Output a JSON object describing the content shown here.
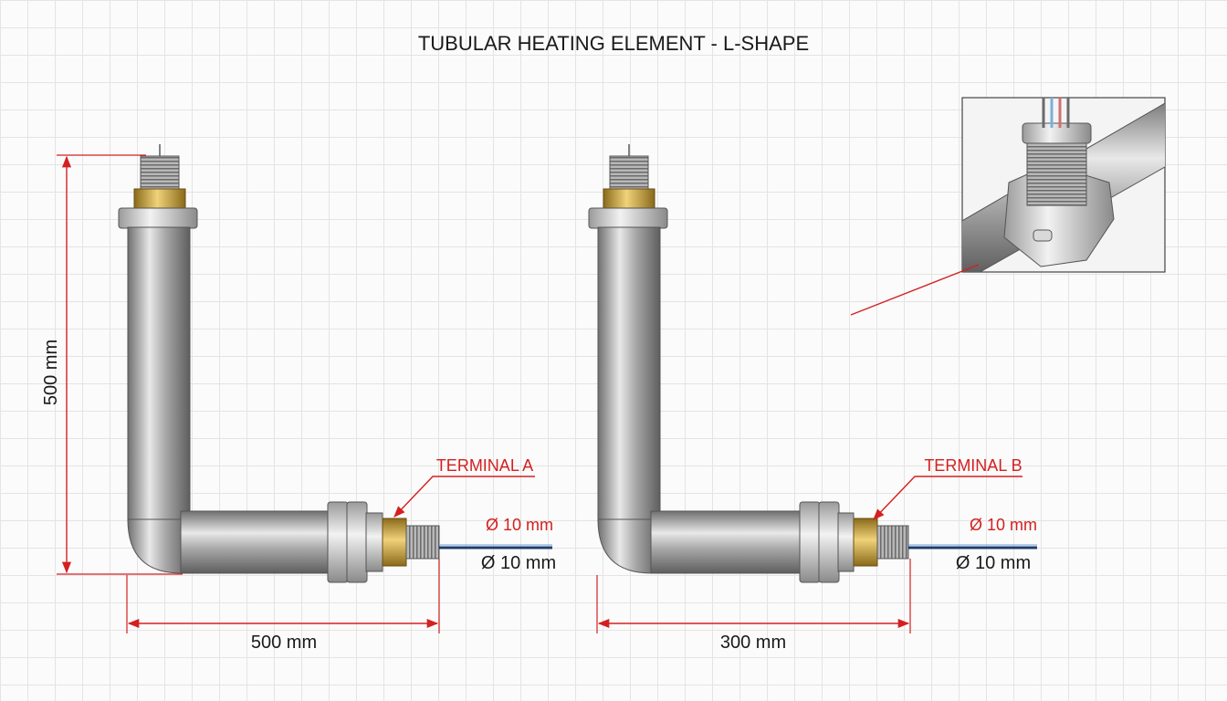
{
  "title": "TUBULAR HEATING ELEMENT - L-SHAPE",
  "left_element": {
    "height_label": "500 mm",
    "width_label": "500 mm",
    "terminal_label": "TERMINAL A",
    "diameter_label_red": "Ø 10 mm",
    "diameter_label_black": "Ø 10 mm"
  },
  "right_element": {
    "width_label": "300 mm",
    "terminal_label": "TERMINAL B",
    "diameter_label_red": "Ø 10 mm",
    "diameter_label_black": "Ø 10 mm"
  },
  "colors": {
    "dimension_red": "#d42020",
    "tube_steel": "#9c9c9c",
    "brass": "#c9a23a",
    "wire_blue": "#1f3c6e"
  }
}
